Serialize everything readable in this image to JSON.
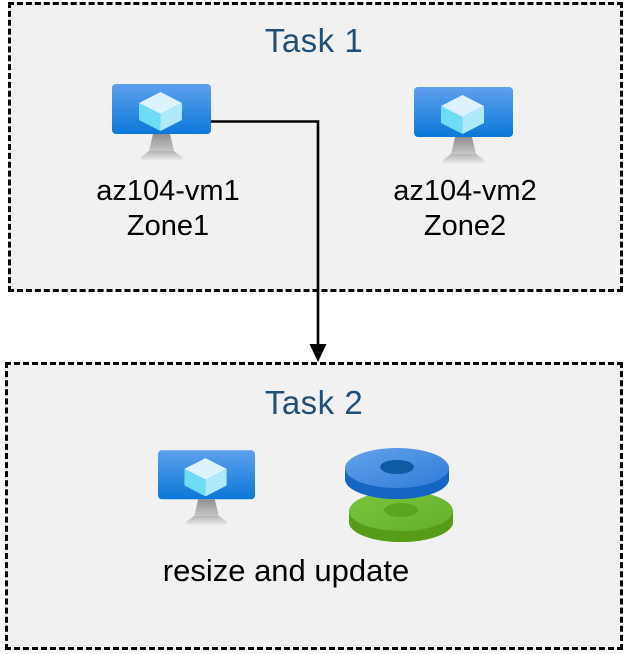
{
  "task1": {
    "title": "Task 1",
    "items": [
      {
        "icon": "virtual-machine",
        "line1": "az104-vm1",
        "line2": "Zone1"
      },
      {
        "icon": "virtual-machine",
        "line1": "az104-vm2",
        "line2": "Zone2"
      }
    ]
  },
  "task2": {
    "title": "Task 2",
    "icons": [
      "virtual-machine",
      "disks"
    ],
    "caption": "resize and update"
  },
  "arrow": {
    "from": "az104-vm1",
    "to": "Task 2"
  },
  "colors": {
    "title_blue": "#1f4e79",
    "box_fill": "#f1f1f1",
    "border_black": "#000000",
    "vm_screen_top": "#5ea0ed",
    "vm_screen_bottom": "#0b78d7",
    "cube_top": "#dcf2fd",
    "cube_left": "#6edcf5",
    "cube_right": "#aeeafa",
    "disk_blue_top": "#3b86de",
    "disk_blue_side": "#1566c2",
    "disk_blue_hole": "#0f5ba3",
    "disk_green_top": "#6fbb33",
    "disk_green_side": "#579c17",
    "disk_green_hole": "#5aa61f"
  }
}
